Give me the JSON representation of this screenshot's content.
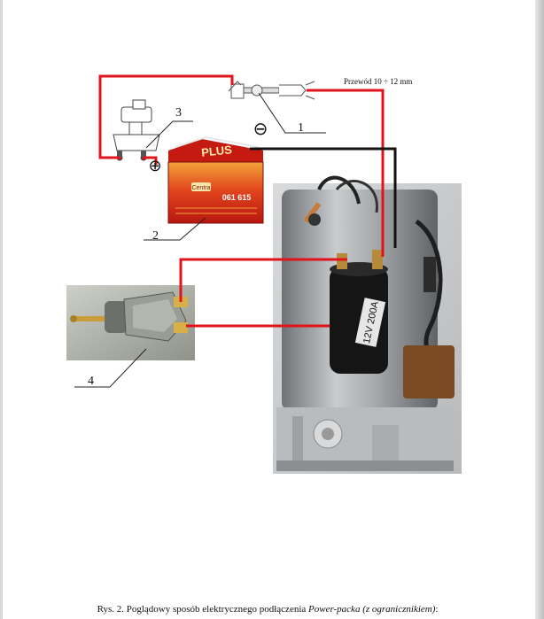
{
  "figure": {
    "wire_label": "Przewód 10 ÷ 12 mm",
    "callouts": [
      "1",
      "2",
      "3",
      "4"
    ],
    "minus_symbol": "⊖",
    "plus_symbol": "⊕",
    "battery": {
      "brand": "Centra",
      "model": "PLUS",
      "code": "061 615"
    },
    "solenoid_label": "12V 200A",
    "colors": {
      "positive_wire": "#e0141b",
      "negative_wire": "#111111",
      "battery_red": "#d9261c",
      "motor_steel": "#9fa3a6"
    }
  },
  "caption": {
    "prefix": "Rys. 2. Poglądowy sposób elektrycznego podłączenia ",
    "italic_part": "Power-packa (z ogranicznikiem)",
    "suffix": ":"
  }
}
